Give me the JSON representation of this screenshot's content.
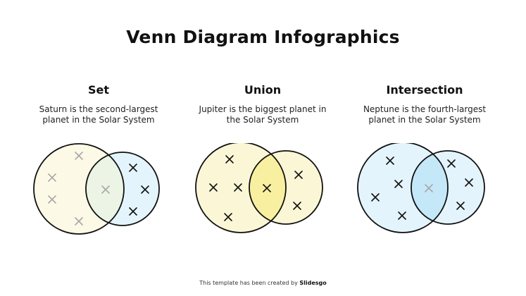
{
  "slide": {
    "title": "Venn Diagram Infographics",
    "footer_prefix": "This template has been created by",
    "footer_brand": "Slidesgo"
  },
  "panels": [
    {
      "title": "Set",
      "description": "Saturn is the second-largest planet in the Solar System",
      "highlight": "left",
      "colors": {
        "left": "#fcfae6",
        "right": "#e4f4fc",
        "overlap": "#ecf4e6"
      }
    },
    {
      "title": "Union",
      "description": "Jupiter is the biggest planet in the Solar System",
      "highlight": "both",
      "colors": {
        "left": "#fbf7d6",
        "right": "#fbf7d6",
        "overlap": "#f8f0a0"
      }
    },
    {
      "title": "Intersection",
      "description": "Neptune is the fourth-largest planet in the Solar System",
      "highlight": "overlap",
      "colors": {
        "left": "#e4f4fc",
        "right": "#e4f4fc",
        "overlap": "#c4e8f8"
      }
    }
  ]
}
